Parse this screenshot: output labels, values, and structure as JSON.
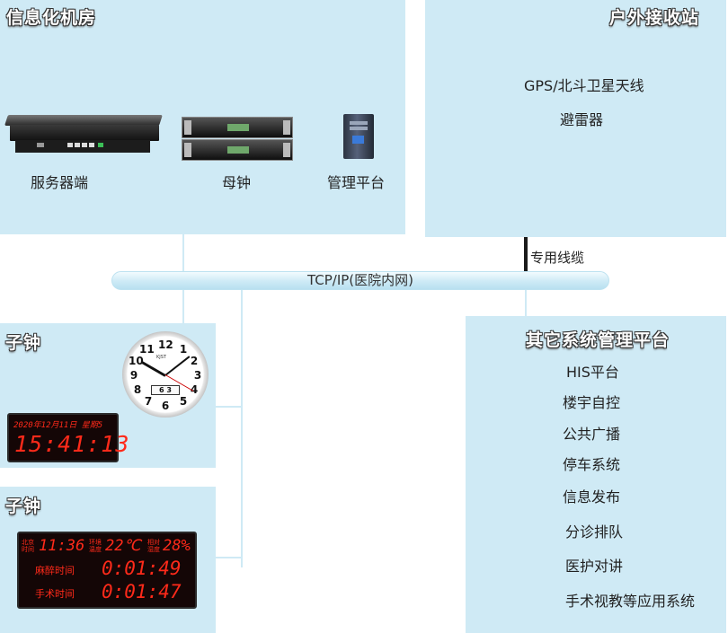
{
  "colors": {
    "panel": "#cfeaf5",
    "led": "#ff2a1a",
    "title_outline": "#333333"
  },
  "it_room": {
    "title": "信息化机房",
    "devices": [
      {
        "icon": "rack-server-icon",
        "label": "服务器端"
      },
      {
        "icon": "master-clock-icon",
        "label": "母钟"
      },
      {
        "icon": "pc-tower-icon",
        "label": "管理平台"
      }
    ]
  },
  "outdoor": {
    "title": "户外接收站",
    "items": [
      "GPS/北斗卫星天线",
      "避雷器"
    ],
    "cable_label": "专用线缆"
  },
  "network": {
    "label": "TCP/IP(医院内网)"
  },
  "sub_clock_1": {
    "title": "子钟",
    "wall_clock": {
      "brand": "KJST",
      "numbers": [
        "12",
        "1",
        "2",
        "3",
        "4",
        "5",
        "6",
        "7",
        "8",
        "9",
        "10",
        "11"
      ],
      "date_window": "6 3"
    },
    "led_date": "2020年12月11日 星期5",
    "led_time": "15:41:13"
  },
  "sub_clock_2": {
    "title": "子钟",
    "row1": {
      "label1": "北京时间",
      "time": "11:36",
      "label2": "环境温度",
      "temp": "22℃",
      "label3": "相对湿度",
      "humidity": "28%"
    },
    "row2": {
      "label": "麻醉时间",
      "value": "0:01:49"
    },
    "row3": {
      "label": "手术时间",
      "value": "0:01:47"
    }
  },
  "other_platforms": {
    "title": "其它系统管理平台",
    "items": [
      "HIS平台",
      "楼宇自控",
      "公共广播",
      "停车系统",
      "信息发布",
      "分诊排队",
      "医护对讲",
      "手术视教等应用系统"
    ]
  }
}
